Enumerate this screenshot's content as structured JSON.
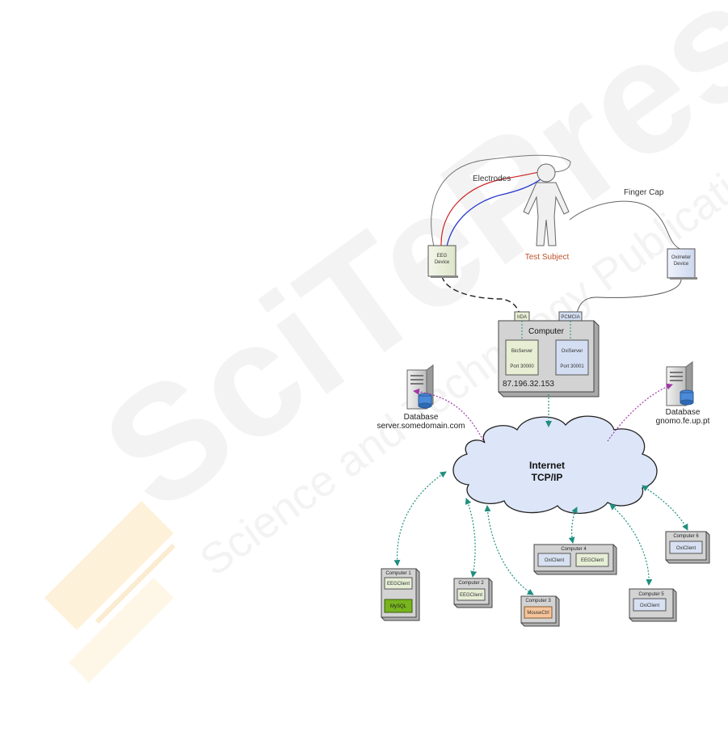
{
  "watermark": {
    "brand": "SciTePress",
    "tagline": "Science and Technology Publications"
  },
  "labels": {
    "electrodes": "Electrodes",
    "finger_cap": "Finger Cap",
    "test_subject": "Test Subject",
    "eeg_device": [
      "EEG",
      "Device"
    ],
    "oximeter_device": [
      "Oximeter",
      "Device"
    ],
    "irda": "IrDA",
    "pcmcia": "PCMCIA",
    "computer_title": "Computer",
    "bioserver": [
      "BioServer",
      "Port 30000"
    ],
    "oxiserver": [
      "OxiServer",
      "Port 30001"
    ],
    "ip_address": "87.196.32.153",
    "db_left": [
      "Database",
      "server.somedomain.com"
    ],
    "db_right": [
      "Database",
      "gnomo.fe.up.pt"
    ],
    "internet": [
      "Internet",
      "TCP/IP"
    ]
  },
  "clients": {
    "c1": {
      "title": "Computer 1",
      "apps": [
        "EEGClient",
        "MySQL"
      ]
    },
    "c2": {
      "title": "Computer 2",
      "apps": [
        "EEGClient"
      ]
    },
    "c3": {
      "title": "Computer 3",
      "apps": [
        "MouseCtrl"
      ]
    },
    "c4": {
      "title": "Computer 4",
      "apps": [
        "OxiClient",
        "EEGClient"
      ]
    },
    "c5": {
      "title": "Computer 5",
      "apps": [
        "OxiClient"
      ]
    },
    "c6": {
      "title": "Computer 6",
      "apps": [
        "OxiClient"
      ]
    }
  },
  "colors": {
    "electrode_red": "#cc2222",
    "electrode_blue": "#2233cc",
    "test_subject": "#c0522a",
    "connection_teal": "#1f8f7f",
    "connection_purple": "#a03aa8",
    "cloud_fill": "#dde6f8",
    "eeg_app": "#e6eed6",
    "oxi_app": "#d7e1f2",
    "mysql_app": "#78b41e",
    "mouse_app": "#f5c49a"
  }
}
